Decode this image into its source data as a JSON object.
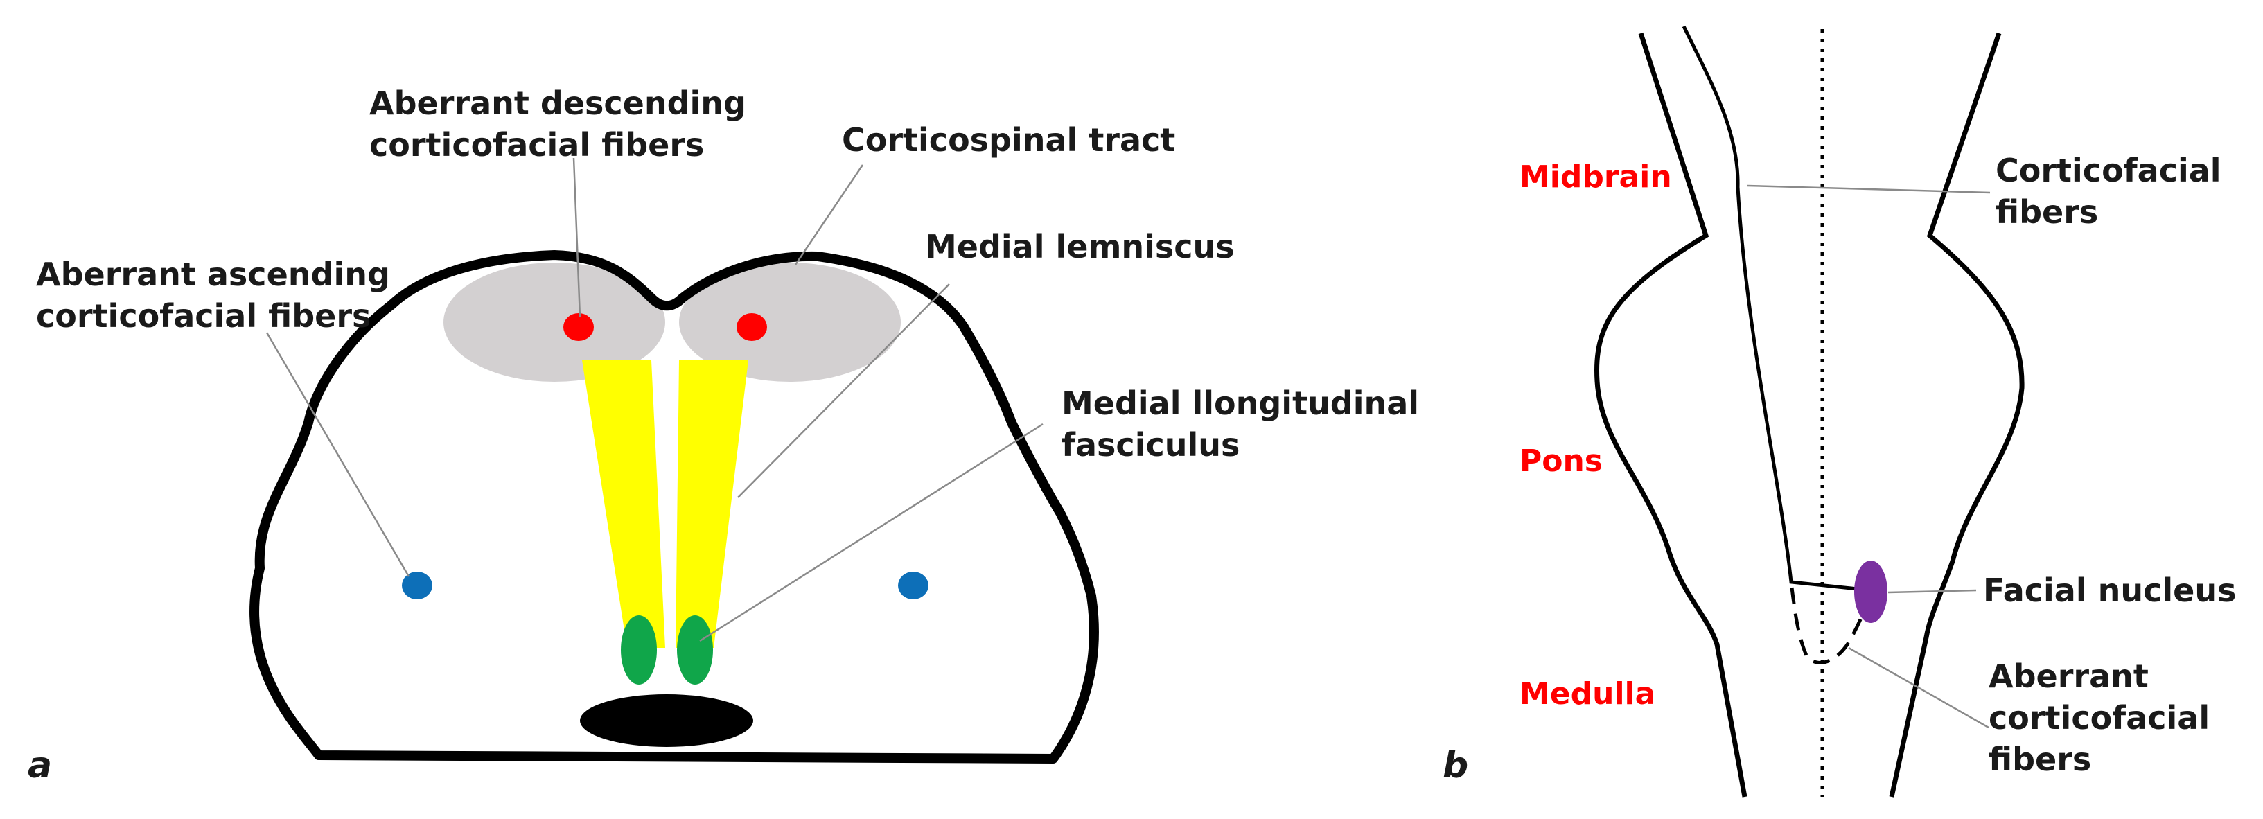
{
  "panel_a": {
    "panel_label": "a",
    "labels": {
      "aberrant_descending": [
        "Aberrant  descending",
        "corticofacial fibers"
      ],
      "corticospinal_tract": [
        "Corticospinal tract"
      ],
      "medial_lemniscus": [
        "Medial lemniscus"
      ],
      "aberrant_ascending": [
        "Aberrant ascending",
        "corticofacial fibers"
      ],
      "mlf": [
        "Medial llongitudinal",
        "fasciculus"
      ]
    },
    "colors": {
      "outline": "#000000",
      "corticospinal_fill": "#d3d0d1",
      "descending_fibers": "#ff0000",
      "ascending_fibers": "#0d6fb8",
      "medial_lemniscus": "#ffff00",
      "mlf": "#10a64a",
      "aqueduct": "#000000"
    }
  },
  "panel_b": {
    "panel_label": "b",
    "regions": [
      "Midbrain",
      "Pons",
      "Medulla"
    ],
    "labels": {
      "corticofacial": [
        "Corticofacial",
        "fibers"
      ],
      "facial_nucleus": [
        "Facial nucleus"
      ],
      "aberrant": [
        "Aberrant",
        "corticofacial",
        "fibers"
      ]
    },
    "colors": {
      "region_text": "#ff0000",
      "facial_nucleus": "#7a30a0",
      "outline": "#000000"
    }
  }
}
